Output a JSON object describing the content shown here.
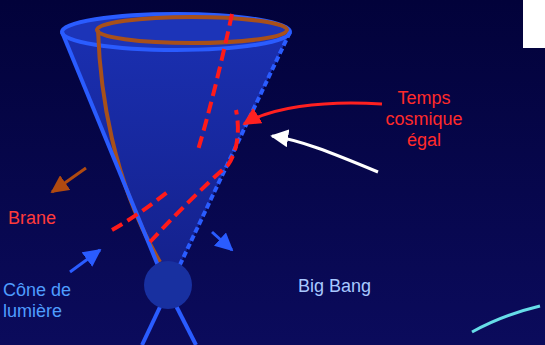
{
  "diagram": {
    "labels": [
      "Brane",
      "Temps cosmique égal",
      "Big Bang",
      "Cône de lumière"
    ]
  }
}
